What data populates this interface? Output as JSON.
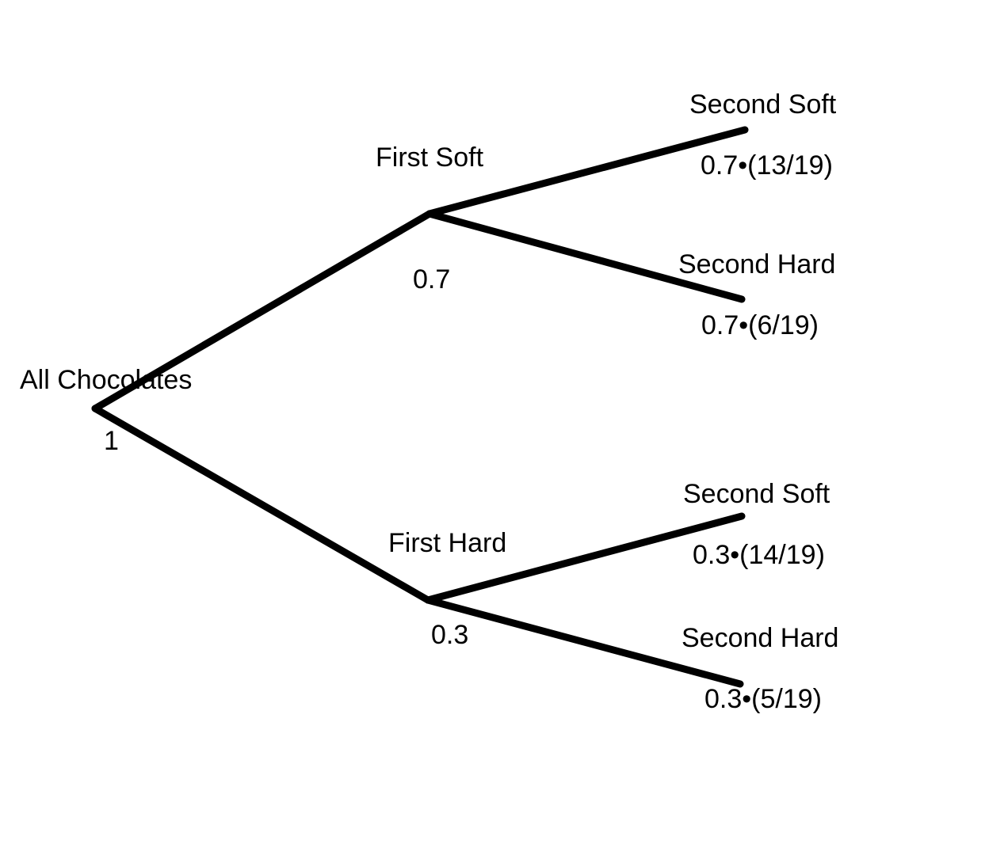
{
  "colors": {
    "background": "#ffffff",
    "branch": "#000000",
    "text": "#000000"
  },
  "root": {
    "label": "All Chocolates",
    "probability": "1"
  },
  "first_soft": {
    "label": "First Soft",
    "probability": "0.7",
    "second_soft": {
      "label": "Second Soft",
      "probability": "0.7•(13/19)"
    },
    "second_hard": {
      "label": "Second Hard",
      "probability": "0.7•(6/19)"
    }
  },
  "first_hard": {
    "label": "First Hard",
    "probability": "0.3",
    "second_soft": {
      "label": "Second Soft",
      "probability": "0.3•(14/19)"
    },
    "second_hard": {
      "label": "Second Hard",
      "probability": "0.3•(5/19)"
    }
  }
}
